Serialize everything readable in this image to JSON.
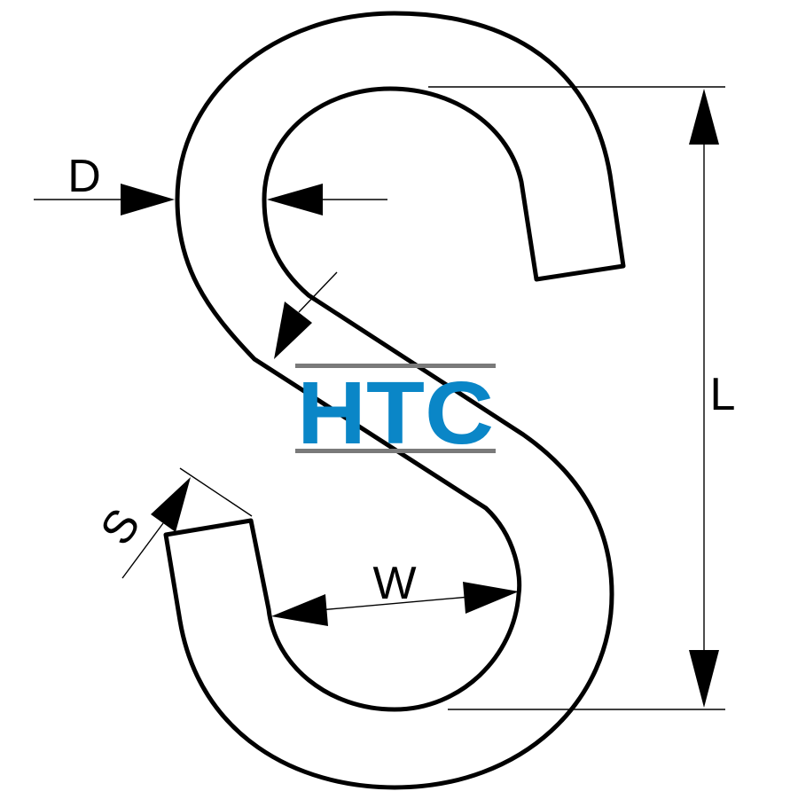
{
  "labels": {
    "d": "D",
    "l": "L",
    "w": "W",
    "s": "S"
  },
  "logo": {
    "text": "HTC",
    "text_color": "#0a86c7",
    "bar_color": "#7a7a7a"
  }
}
